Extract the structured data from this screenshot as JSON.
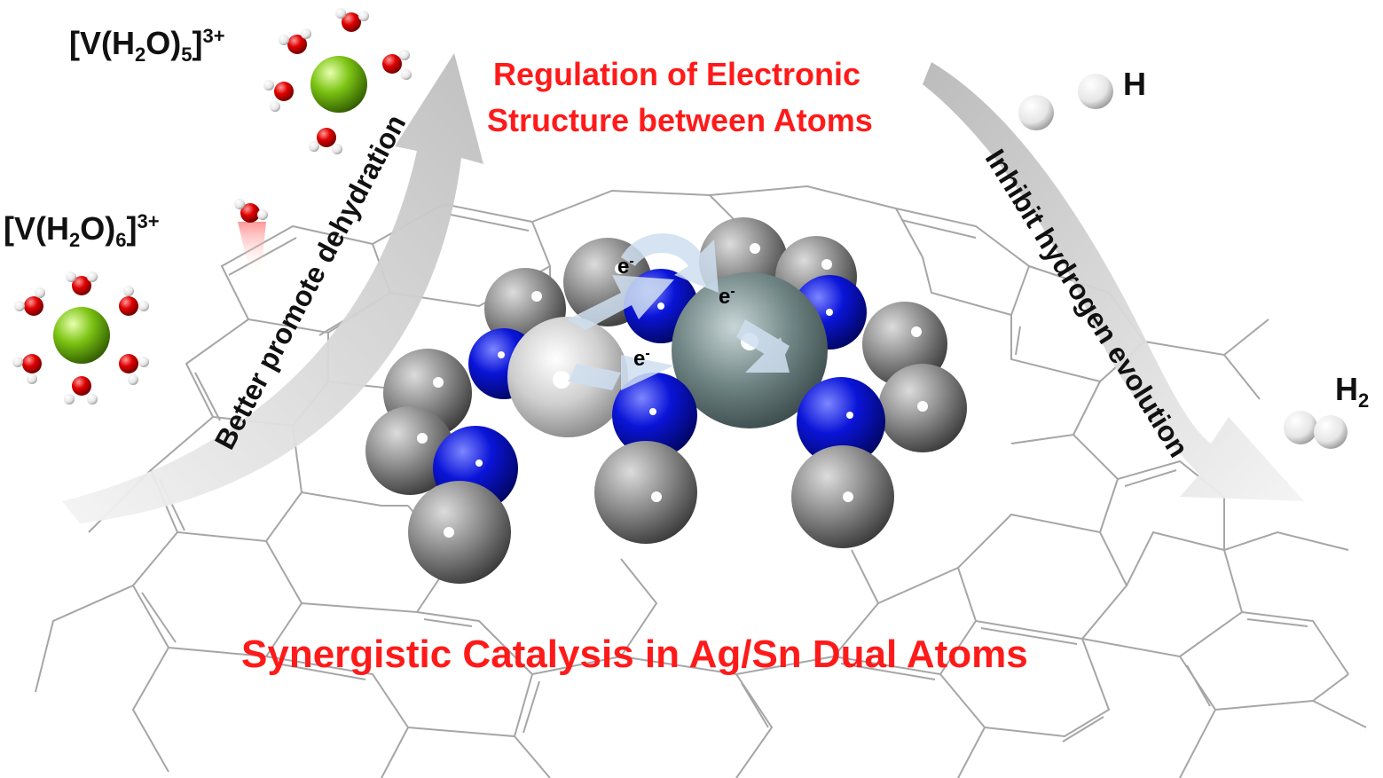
{
  "title_top": {
    "line1": "Regulation of Electronic",
    "line2": "Structure between Atoms"
  },
  "title_bottom": "Synergistic Catalysis in Ag/Sn Dual Atoms",
  "left_arrow_label": "Better promote dehydration",
  "right_arrow_label": "Inhibit hydrogen evolution",
  "species": {
    "v5": {
      "open": "[V(H",
      "sub1": "2",
      "mid": "O)",
      "sub2": "5",
      "close": "]",
      "charge": "3+"
    },
    "v6": {
      "open": "[V(H",
      "sub1": "2",
      "mid": "O)",
      "sub2": "6",
      "close": "]",
      "charge": "3+"
    },
    "h_label": "H",
    "h2_label": {
      "base": "H",
      "sub": "2"
    }
  },
  "electron_labels": [
    {
      "base": "e",
      "sup": "-"
    },
    {
      "base": "e",
      "sup": "-"
    },
    {
      "base": "e",
      "sup": "-"
    }
  ],
  "colors": {
    "title_red": "#ff1a1a",
    "vanadium_green": "#7cc414",
    "oxygen_red": "#e00000",
    "hydrogen_white": "#f2f2f2",
    "carbon_gray": "#8a8a8a",
    "nitrogen_blue": "#0a14d8",
    "silver_atom": "#d4d4d4",
    "tin_atom": "#6f8484",
    "lattice_gray": "#a6a6a6",
    "arrow_gray": "#d8d8d8"
  },
  "icons": {
    "water_molecule": "water-molecule-icon",
    "vanadium_ion": "vanadium-ion-icon",
    "electron_transfer": "cycle-arrows-icon"
  }
}
